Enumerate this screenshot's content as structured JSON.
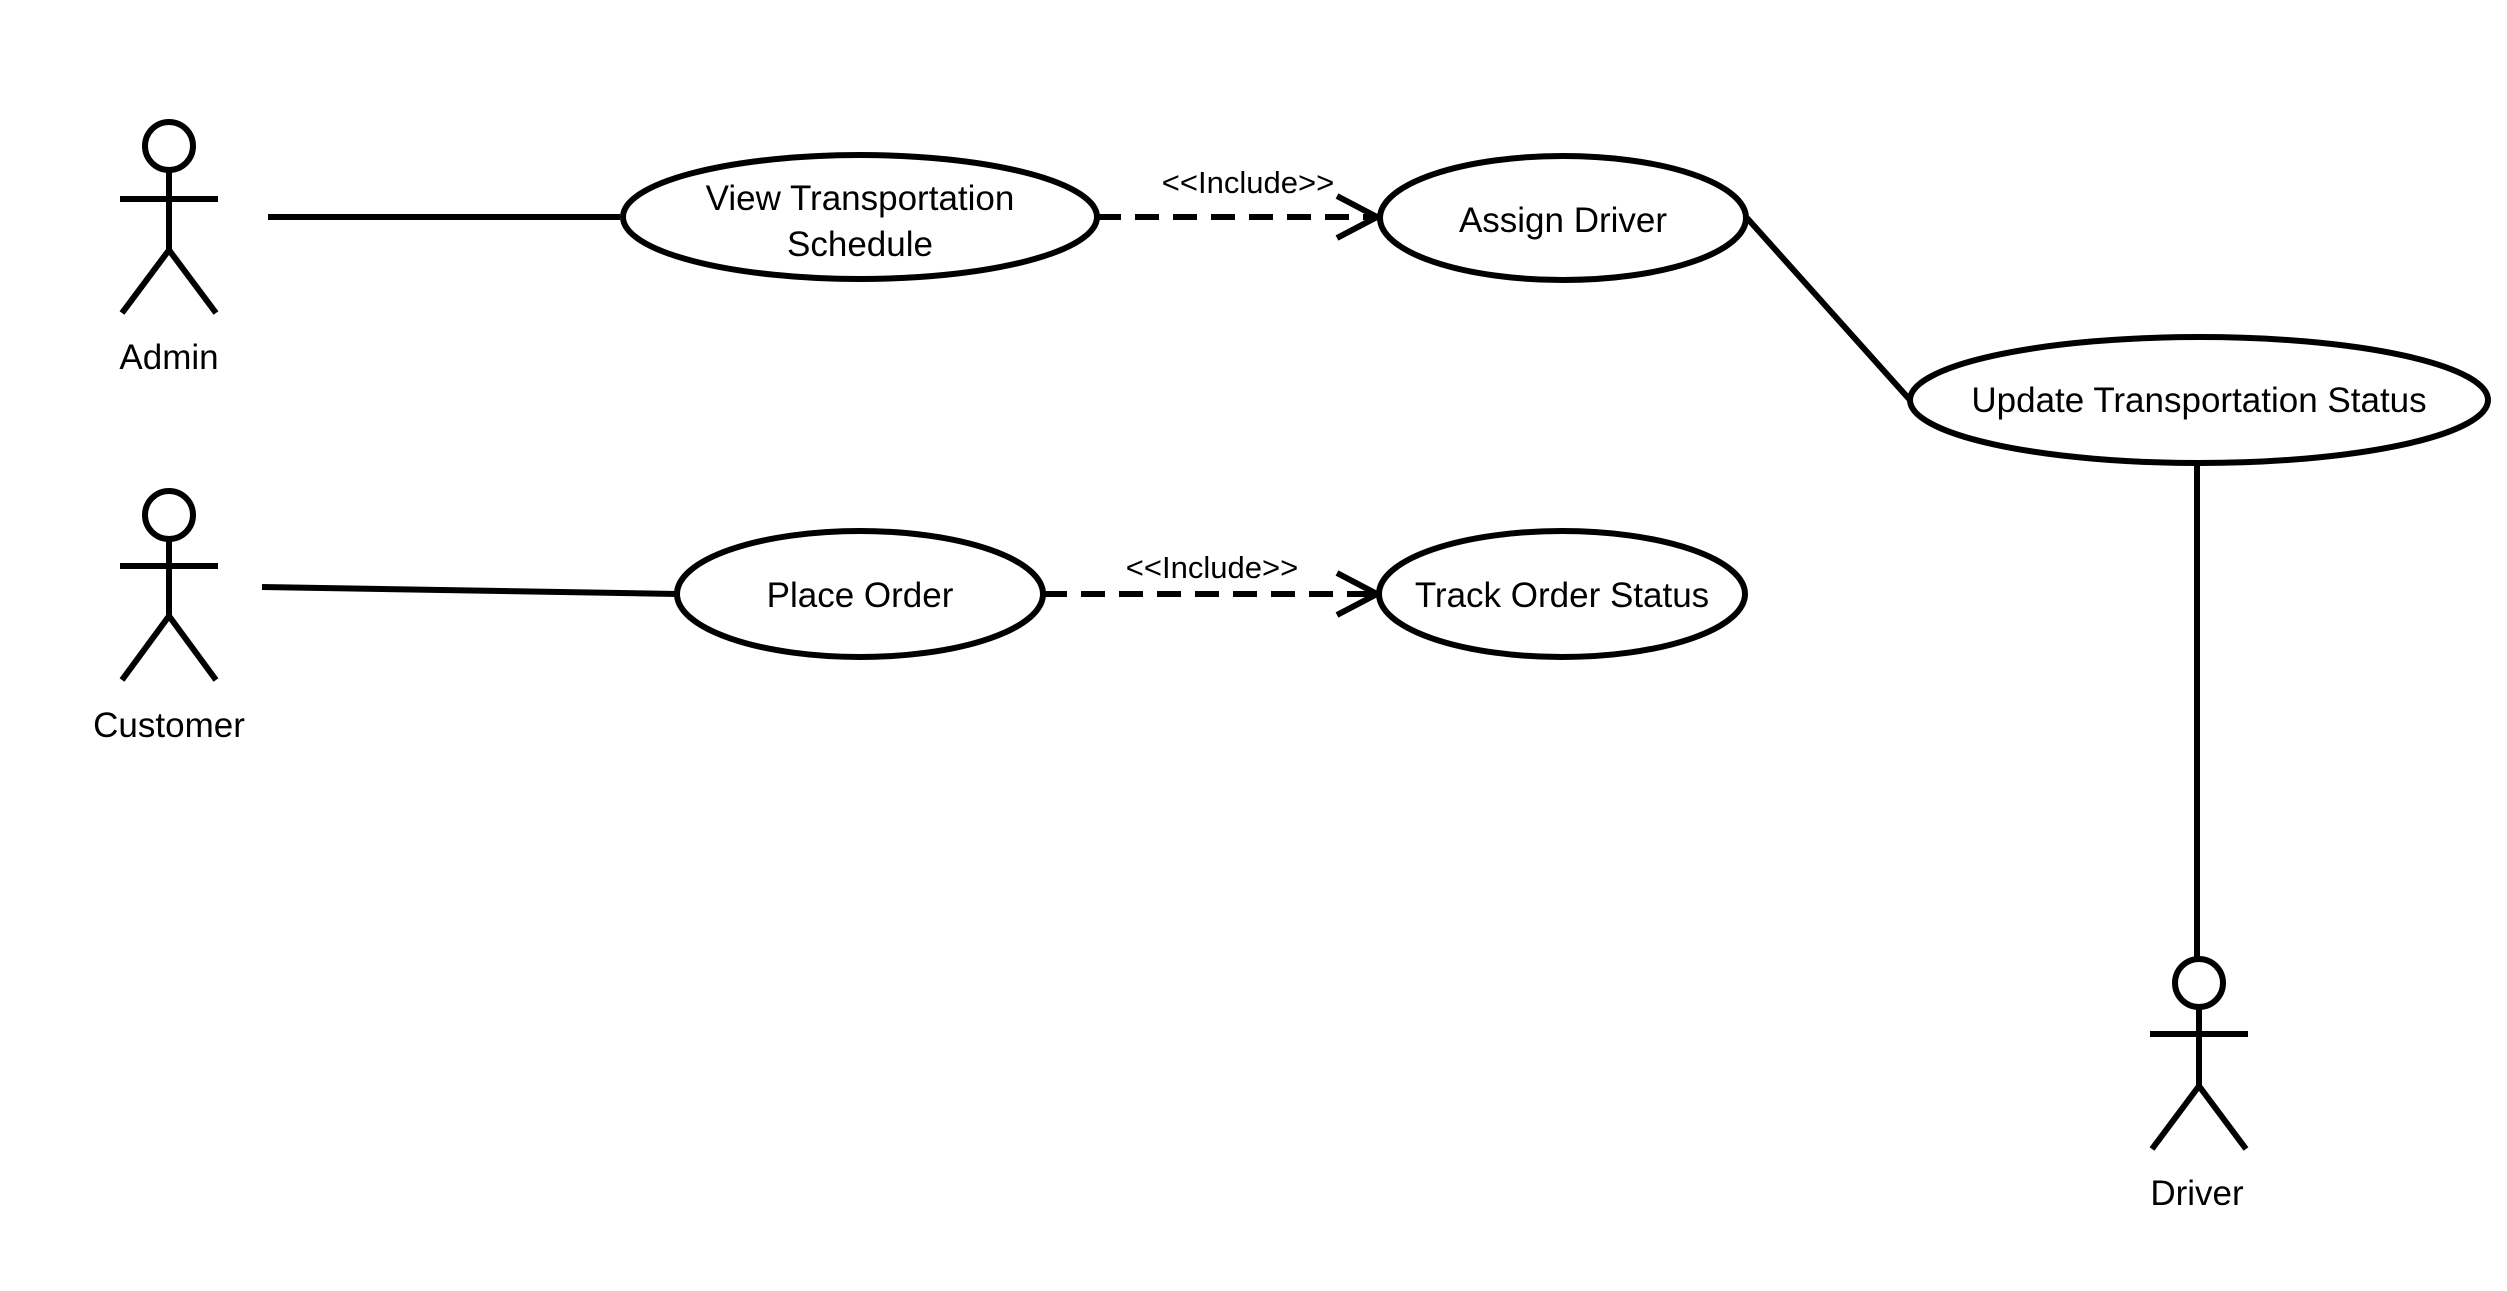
{
  "diagram": {
    "type": "uml-use-case",
    "actors": {
      "admin": "Admin",
      "customer": "Customer",
      "driver": "Driver"
    },
    "use_cases": {
      "view_schedule_line1": "View Transportation",
      "view_schedule_line2": "Schedule",
      "assign_driver": "Assign Driver",
      "update_status": "Update Transportation Status",
      "place_order": "Place Order",
      "track_order": "Track Order Status"
    },
    "relations": {
      "include_1": "<<Include>>",
      "include_2": "<<Include>>"
    },
    "connections": [
      {
        "from": "Admin",
        "to": "View Transportation Schedule",
        "kind": "association"
      },
      {
        "from": "View Transportation Schedule",
        "to": "Assign Driver",
        "kind": "include"
      },
      {
        "from": "Assign Driver",
        "to": "Update Transportation Status",
        "kind": "association"
      },
      {
        "from": "Update Transportation Status",
        "to": "Driver",
        "kind": "association"
      },
      {
        "from": "Customer",
        "to": "Place Order",
        "kind": "association"
      },
      {
        "from": "Place Order",
        "to": "Track Order Status",
        "kind": "include"
      }
    ],
    "colors": {
      "stroke": "#000000",
      "background": "#ffffff"
    }
  }
}
